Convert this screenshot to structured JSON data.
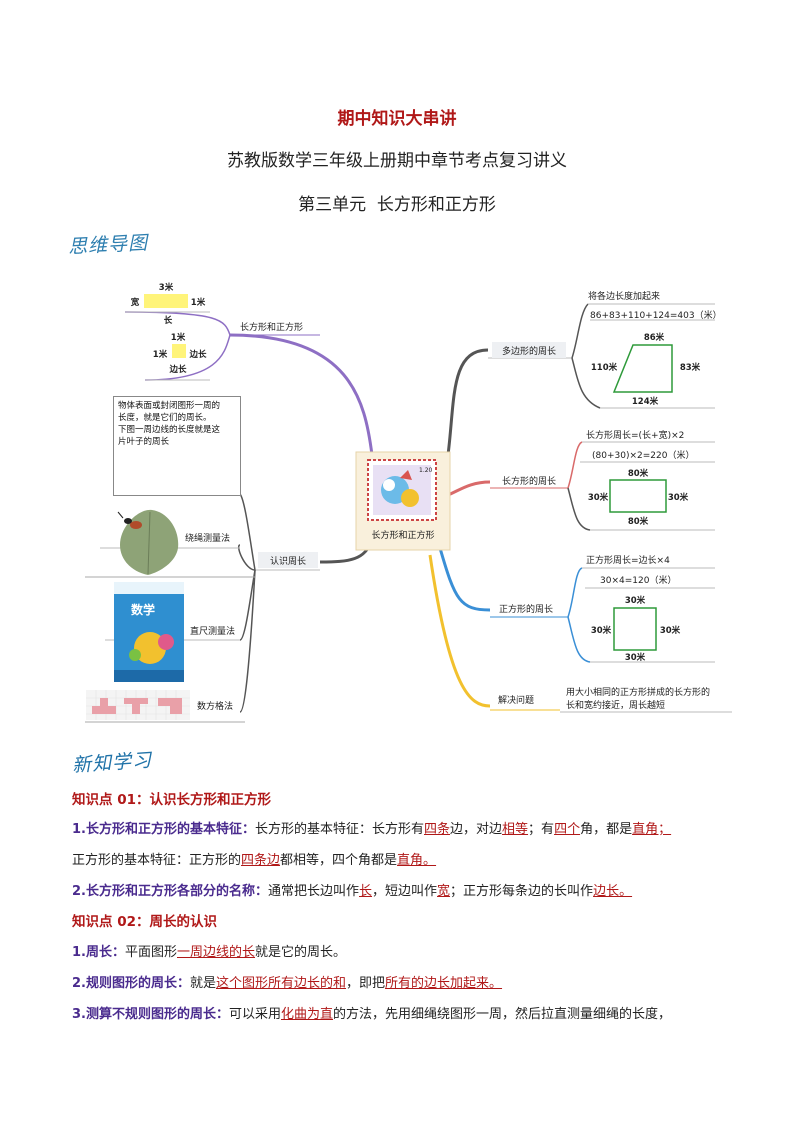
{
  "header": {
    "title": "期中知识大串讲",
    "subtitle": "苏教版数学三年级上册期中章节考点复习讲义",
    "unit": "第三单元  长方形和正方形"
  },
  "section_labels": {
    "mindmap": "思维导图",
    "new_learning": "新知学习"
  },
  "mindmap": {
    "center": "长方形和正方形",
    "book_cover_text": "数学",
    "left_top": {
      "label": "长方形和正方形",
      "rect": {
        "top": "3米",
        "left": "宽",
        "right": "1米",
        "bottom": "长"
      },
      "square": {
        "top": "1米",
        "left": "1米",
        "right": "边长",
        "bottom": "边长"
      }
    },
    "left_bottom": {
      "label": "认识周长",
      "desc": [
        "物体表面或封闭图形一周的",
        "长度，就是它们的周长。",
        "下图一周边线的长度就是这",
        "片叶子的周长"
      ],
      "methods": [
        "绕绳测量法",
        "直尺测量法",
        "数方格法"
      ]
    },
    "right": {
      "polygon": {
        "label": "多边形的周长",
        "rule": "将各边长度加起来",
        "formula": "86+83+110+124=403（米）",
        "sides": {
          "top": "86米",
          "left": "110米",
          "right": "83米",
          "bottom": "124米"
        }
      },
      "rectangle": {
        "label": "长方形的周长",
        "rule": "长方形周长=(长+宽)×2",
        "formula": "(80+30)×2=220（米）",
        "sides": {
          "top": "80米",
          "left": "30米",
          "right": "30米",
          "bottom": "80米"
        }
      },
      "square": {
        "label": "正方形的周长",
        "rule": "正方形周长=边长×4",
        "formula": "30×4=120（米）",
        "sides": {
          "top": "30米",
          "left": "30米",
          "right": "30米",
          "bottom": "30米"
        }
      },
      "problem": {
        "label": "解决问题",
        "desc": [
          "用大小相同的正方形拼成的长方形的",
          "长和宽约接近，周长越短"
        ]
      }
    }
  },
  "content": {
    "kp1_title": "知识点 01：认识长方形和正方形",
    "p1": {
      "lead": "1.长方形和正方形的基本特征：",
      "t1": "长方形的基本特征：长方形有",
      "u1": "四条",
      "t2": "边，对边",
      "u2": "相等",
      "t3": "；有",
      "u3": "四个",
      "t4": "角，都是",
      "u4": "直角；",
      "t5": "正方形的基本特征：正方形的",
      "u5": "四条边",
      "t6": "都相等，四个角都是",
      "u6": "直角。"
    },
    "p2": {
      "lead": "2.长方形和正方形各部分的名称：",
      "t1": "通常把长边叫作",
      "u1": "长",
      "t2": "，短边叫作",
      "u2": "宽",
      "t3": "；正方形每条边的长叫作",
      "u3": "边长。"
    },
    "kp2_title": "知识点 02：周长的认识",
    "p3": {
      "lead": "1.周长：",
      "t1": "平面图形",
      "u1": "一周边线的长",
      "t2": "就是它的周长。"
    },
    "p4": {
      "lead": "2.规则图形的周长：",
      "t1": "就是",
      "u1": "这个图形所有边长的和",
      "t2": "，即把",
      "u2": "所有的边长加起来。"
    },
    "p5": {
      "lead": "3.测算不规则图形的周长：",
      "t1": "可以采用",
      "u1": "化曲为直",
      "t2": "的方法，先用细绳绕图形一周，然后拉直测量细绳的长度，"
    }
  },
  "colors": {
    "title": "#b01818",
    "lead": "#4a2b8e",
    "branch_purple": "#8e6fc4",
    "branch_red": "#d96a6a",
    "branch_blue": "#3a8fd6",
    "branch_yellow": "#f2c12e",
    "branch_gray": "#555555"
  }
}
